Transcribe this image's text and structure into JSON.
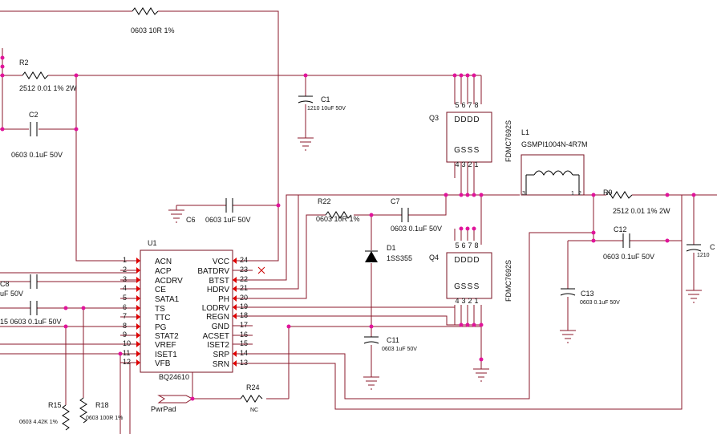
{
  "components": {
    "r_top": {
      "value": "0603 10R 1%"
    },
    "r2": {
      "ref": "R2",
      "value": "2512 0.01 1% 2W"
    },
    "c2": {
      "ref": "C2",
      "value": "0603 0.1uF 50V"
    },
    "c1": {
      "ref": "C1",
      "value": "1210 10uF 50V"
    },
    "c6": {
      "ref": "C6",
      "value": "0603 1uF 50V"
    },
    "q3": {
      "ref": "Q3",
      "part": "FDMC7692S",
      "top_pins": [
        "5",
        "6",
        "7",
        "8"
      ],
      "bottom_pins": [
        "4",
        "3",
        "2",
        "1"
      ],
      "top_labels": [
        "D",
        "D",
        "D",
        "D"
      ],
      "bottom_labels": [
        "G",
        "S",
        "S",
        "S"
      ]
    },
    "q4": {
      "ref": "Q4",
      "part": "FDMC7692S",
      "top_pins": [
        "5",
        "6",
        "7",
        "8"
      ],
      "bottom_pins": [
        "4",
        "3",
        "2",
        "1"
      ],
      "top_labels": [
        "D",
        "D",
        "D",
        "D"
      ],
      "bottom_labels": [
        "G",
        "S",
        "S",
        "S"
      ]
    },
    "l1": {
      "ref": "L1",
      "part": "GSMPI1004N-4R7M",
      "pin_left": "3",
      "pin_right": "1",
      "pin_mid": "2"
    },
    "r22": {
      "ref": "R22",
      "value": "0603 10R 1%"
    },
    "c7": {
      "ref": "C7",
      "value": "0603 0.1uF 50V"
    },
    "d1": {
      "ref": "D1",
      "value": "1SS355"
    },
    "c11": {
      "ref": "C11",
      "value": "0603 1uF 50V"
    },
    "r9": {
      "ref": "R9",
      "value": "2512 0.01 1% 2W"
    },
    "c12": {
      "ref": "C12",
      "value": "0603 0.1uF 50V"
    },
    "c13": {
      "ref": "C13",
      "value": "0603 0.1uF 50V"
    },
    "c_right": {
      "ref": "C",
      "value": "1210"
    },
    "c8": {
      "ref": "C8",
      "value": "uF 50V"
    },
    "c_left2": {
      "value": "15 0603 0.1uF 50V"
    },
    "r15": {
      "ref": "R15",
      "value": "0603 4.42K 1%"
    },
    "r18": {
      "ref": "R18",
      "value": "0603 100R 1%"
    },
    "r24": {
      "ref": "R24",
      "value": "NC"
    },
    "pwrpad": {
      "label": "PwrPad"
    }
  },
  "u1": {
    "ref": "U1",
    "part": "BQ24610",
    "left_pins": [
      {
        "num": "1",
        "name": "ACN"
      },
      {
        "num": "2",
        "name": "ACP"
      },
      {
        "num": "3",
        "name": "ACDRV"
      },
      {
        "num": "4",
        "name": "CE"
      },
      {
        "num": "5",
        "name": "SATA1"
      },
      {
        "num": "6",
        "name": "TS"
      },
      {
        "num": "7",
        "name": "TTC"
      },
      {
        "num": "8",
        "name": "PG"
      },
      {
        "num": "9",
        "name": "STAT2"
      },
      {
        "num": "10",
        "name": "VREF"
      },
      {
        "num": "11",
        "name": "ISET1"
      },
      {
        "num": "12",
        "name": "VFB"
      }
    ],
    "right_pins": [
      {
        "num": "24",
        "name": "VCC"
      },
      {
        "num": "23",
        "name": "BATDRV"
      },
      {
        "num": "22",
        "name": "BTST"
      },
      {
        "num": "21",
        "name": "HDRV"
      },
      {
        "num": "20",
        "name": "PH"
      },
      {
        "num": "19",
        "name": "LODRV"
      },
      {
        "num": "18",
        "name": "REGN"
      },
      {
        "num": "17",
        "name": "GND"
      },
      {
        "num": "16",
        "name": "ACSET"
      },
      {
        "num": "15",
        "name": "ISET2"
      },
      {
        "num": "14",
        "name": "SRP"
      },
      {
        "num": "13",
        "name": "SRN"
      }
    ]
  }
}
